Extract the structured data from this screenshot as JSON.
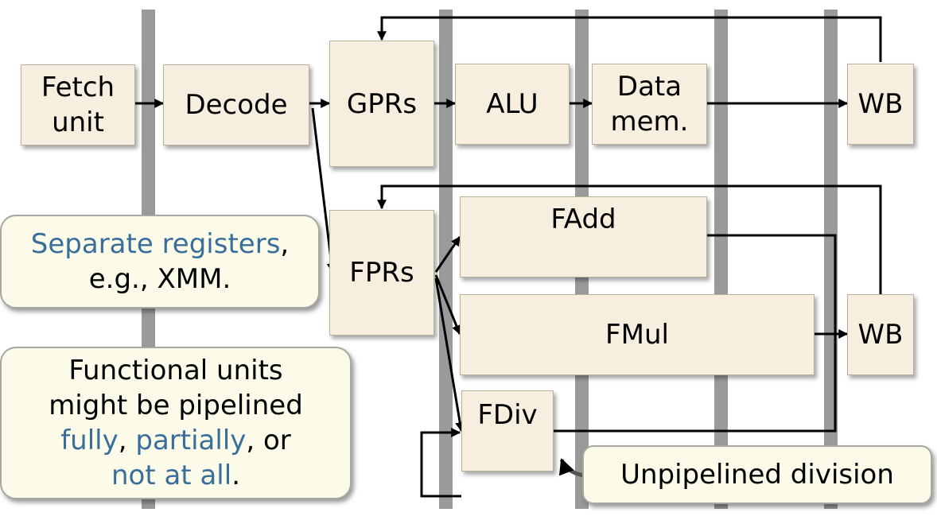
{
  "blocks": {
    "fetch": {
      "line1": "Fetch",
      "line2": "unit"
    },
    "decode": "Decode",
    "gprs": "GPRs",
    "alu": "ALU",
    "datamem": {
      "line1": "Data",
      "line2": "mem."
    },
    "wb_int": "WB",
    "fprs": "FPRs",
    "fadd": "FAdd",
    "fmul": "FMul",
    "fdiv": "FDiv",
    "wb_fp": "WB"
  },
  "notes": {
    "registers": {
      "highlight": "Separate registers",
      "punct": ",",
      "line2": "e.g., XMM."
    },
    "functional": {
      "line1": "Functional units",
      "line2": "might be pipelined",
      "fully": "fully",
      "sep1": ", ",
      "partially": "partially",
      "sep2": ", or",
      "notatall": "not at all",
      "end": "."
    },
    "division": "Unpipelined division"
  },
  "colors": {
    "highlight": "#3a6e9a",
    "box_fill": "#f6efdf",
    "note_fill": "#fcfbea",
    "stage_bar": "#9a9a9a"
  }
}
